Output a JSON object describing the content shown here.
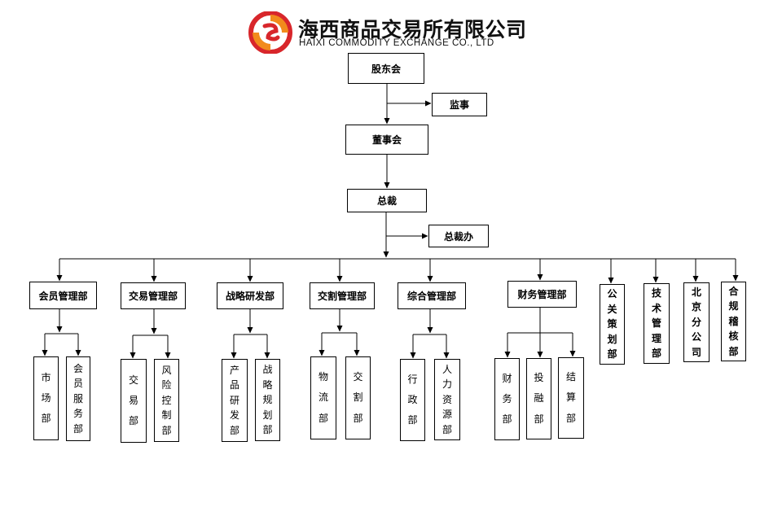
{
  "logo": {
    "cn": "海西商品交易所有限公司",
    "en": "HAIXI COMMODITY EXCHANGE CO., LTD",
    "colors": {
      "red": "#d8262b",
      "orange": "#f28b1c"
    }
  },
  "nodes": {
    "shareholders": "股东会",
    "supervisor": "监事",
    "board": "董事会",
    "president": "总裁",
    "president_office": "总裁办",
    "member_mgmt": "会员管理部",
    "trading_mgmt": "交易管理部",
    "strategy_rd": "战略研发部",
    "delivery_mgmt": "交割管理部",
    "general_mgmt": "综合管理部",
    "finance_mgmt": "财务管理部",
    "pr_planning": "公关策划部",
    "tech_mgmt": "技术管理部",
    "beijing_branch": "北京分公司",
    "compliance": "合规稽核部",
    "market": "市场部",
    "member_service": "会员服务部",
    "trading": "交易部",
    "risk_control": "风险控制部",
    "product_rd": "产品研发部",
    "strategy_planning": "战略规划部",
    "logistics": "物流部",
    "delivery": "交割部",
    "admin": "行政部",
    "hr": "人力资源部",
    "finance": "财务部",
    "investment_finance": "投融部",
    "settlement": "结算部"
  }
}
